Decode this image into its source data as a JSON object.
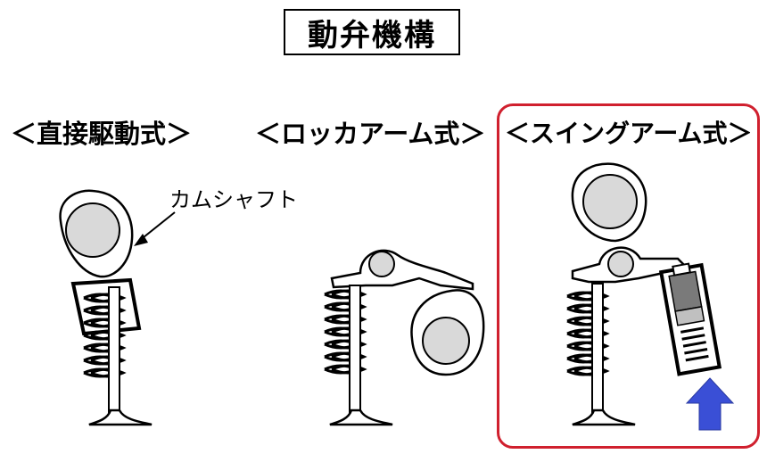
{
  "title": "動弁機構",
  "mechanisms": {
    "direct": {
      "label": "＜直接駆動式＞"
    },
    "rocker": {
      "label": "＜ロッカアーム式＞"
    },
    "swing": {
      "label": "＜スイングアーム式＞"
    }
  },
  "annotation": {
    "camshaft": "カムシャフト"
  },
  "colors": {
    "highlight_frame": "#d0202e",
    "arrow": "#3a4fd6",
    "cam_fill": "#d9d9d9",
    "line": "#000000"
  },
  "icons": {
    "up_arrow": "up-arrow-icon"
  }
}
